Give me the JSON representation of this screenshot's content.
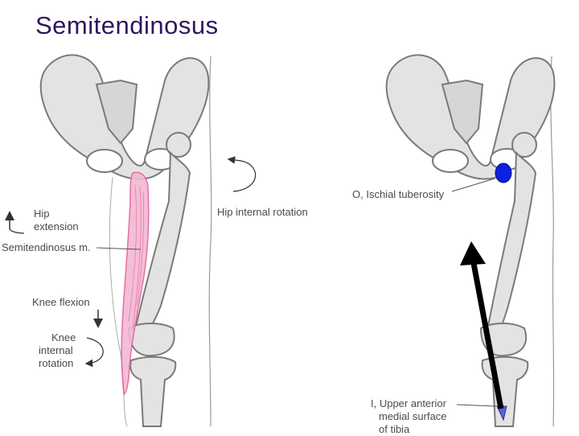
{
  "title": "Semitendinosus",
  "left_panel": {
    "hip_extension": [
      "Hip",
      "extension"
    ],
    "muscle": "Semitendinosus m.",
    "knee_flexion": "Knee flexion",
    "knee_internal_rotation": [
      "Knee",
      "internal",
      "rotation"
    ],
    "hip_internal_rotation": "Hip internal rotation"
  },
  "right_panel": {
    "origin": "O, Ischial tuberosity",
    "insertion": [
      "I, Upper anterior",
      "medial surface",
      "of tibia"
    ]
  },
  "colors": {
    "title": "#2e1660",
    "muscle": "#e0609a",
    "bone_fill": "#e3e3e3",
    "bone_stroke": "#7a7a7a",
    "origin_marker": "#0a22e0",
    "insertion_marker": "#5d62d8",
    "arrow": "#000000"
  }
}
